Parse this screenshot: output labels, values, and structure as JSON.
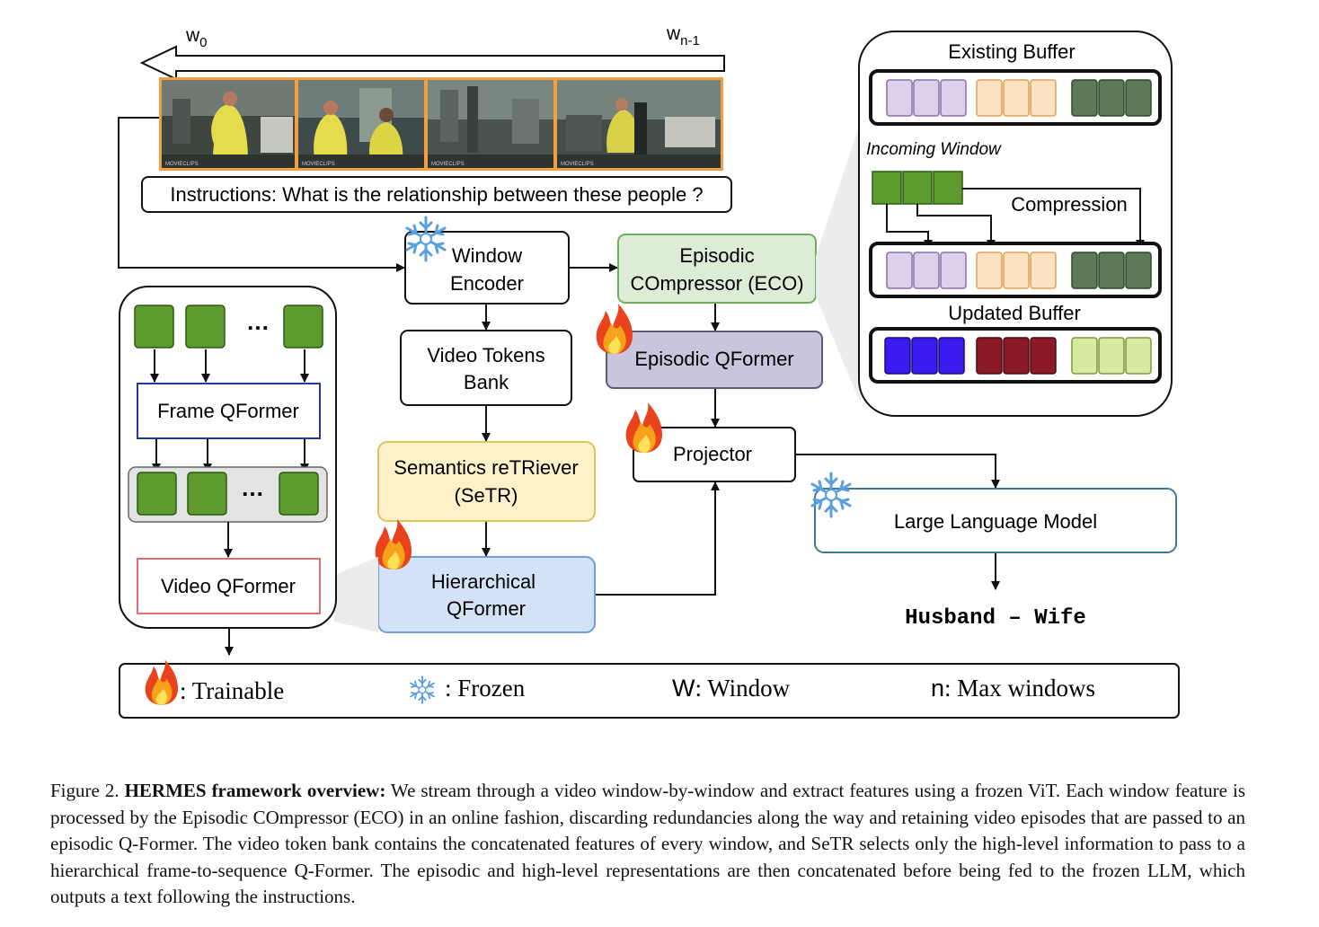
{
  "window_axis": {
    "start_label": "w",
    "start_sub": "0",
    "end_label": "w",
    "end_sub": "n-1"
  },
  "frames": [
    {
      "watermark": "MOVIECLIPS"
    },
    {
      "watermark": "MOVIECLIPS"
    },
    {
      "watermark": "MOVIECLIPS"
    },
    {
      "watermark": "MOVIECLIPS"
    }
  ],
  "instructions": "Instructions: What is the relationship between these people ?",
  "blocks": {
    "window_encoder": [
      "Window",
      "Encoder"
    ],
    "eco": [
      "Episodic",
      "COmpressor (ECO)"
    ],
    "video_tokens_bank": [
      "Video Tokens",
      "Bank"
    ],
    "episodic_qformer": "Episodic QFormer",
    "setr": [
      "Semantics reTRiever",
      "(SeTR)"
    ],
    "projector": "Projector",
    "hierarchical_qformer": [
      "Hierarchical",
      "QFormer"
    ],
    "llm": "Large Language Model",
    "output": "Husband – Wife"
  },
  "hierarchical_detail": {
    "dots": "…",
    "frame_qformer": "Frame QFormer",
    "video_qformer": "Video QFormer"
  },
  "buffer_panel": {
    "existing": "Existing Buffer",
    "incoming": "Incoming Window",
    "compression": "Compression",
    "updated": "Updated Buffer"
  },
  "legend": {
    "trainable": ": Trainable",
    "frozen": ": Frozen",
    "window_key": "W",
    "window_desc": ": Window",
    "max_key": "n",
    "max_desc": ": Max windows"
  },
  "caption": {
    "prefix": "Figure 2. ",
    "bold": "HERMES framework overview:",
    "text": " We stream through a video window-by-window and extract features using a frozen ViT. Each window feature is processed by the Episodic COmpressor (ECO) in an online fashion, discarding redundancies along the way and retaining video episodes that are passed to an episodic Q-Former. The video token bank contains the concatenated features of every window, and SeTR selects only the high-level information to pass to a hierarchical frame-to-sequence Q-Former. The episodic and high-level representations are then concatenated before being fed to the frozen LLM, which outputs a text following the instructions."
  },
  "colors": {
    "token_green": "#5d9b2f",
    "buffer_purple": "#ddd0ec",
    "buffer_orange": "#fde3c3",
    "buffer_darkgreen": "#5d7a57",
    "updated_blue": "#3b1bf0",
    "updated_red": "#8b1a26",
    "updated_lime": "#d6eaa0",
    "eco_fill": "#dcecd7",
    "episodic_fill": "#c8c6dc",
    "setr_fill": "#fdf1c9",
    "hier_fill": "#d4e2f7",
    "frame_border": "#f0a040"
  }
}
